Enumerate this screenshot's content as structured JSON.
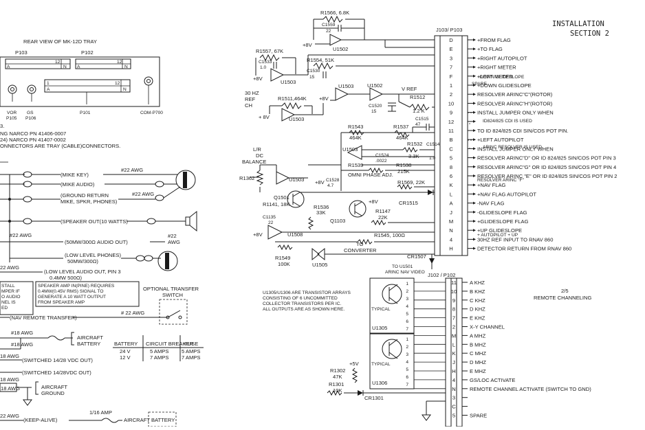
{
  "header": {
    "line1": "INSTALLATION",
    "line2": "SECTION 2"
  },
  "tray": {
    "title": "REAR VIEW OF MK-12D TRAY",
    "p103": "P103",
    "p102": "P102",
    "pin_a1": "A",
    "pin_12a": "12",
    "pin_n1": "N",
    "pin_a2": "A",
    "pin_12b": "12",
    "pin_n2": "N",
    "pin_1": "1",
    "pin_12c": "12",
    "pin_a3": "A",
    "pin_n3": "N",
    "vor": "VOR",
    "p105": "P105",
    "gs": "GS",
    "p106": "P106",
    "p101": "P101",
    "com": "COM-P700"
  },
  "notes_left": {
    "l1": "3.",
    "l2": "NG NARCO PN 41406-0007",
    "l3": "24) NARCO PN 41407-0002",
    "l4": "ONNECTORS ARE TRAY (CABLE)CONNECTORS."
  },
  "audio": {
    "mike_key": "(MIKE KEY)",
    "awg22": "#22 AWG",
    "mike_audio": "(MIKE AUDIO)",
    "ground_return_1": "(GROUND RETURN",
    "ground_return_2": "MIKE, SPKR, PHONES)",
    "speaker_out": "(SPEAKER OUT(10 WATTS)",
    "awg22_b": "#22 AWG",
    "audio_out": "(50MW/300Ω AUDIO OUT)",
    "awg22_v1": "#22",
    "awg22_v2": "AWG",
    "low_phones_1": "(LOW LEVEL PHONES)",
    "low_phones_2": "50MW/300Ω)",
    "awg22_c": "22 AWG",
    "low_audio_1": "(LOW LEVEL AUDIO OUT, PIN 3",
    "low_audio_2": "0.4MW 500Ω)",
    "stall_1": "STALL",
    "stall_2": "MPER IF",
    "stall_3": "O AUDIO",
    "stall_4": "NEL IS",
    "stall_5": "ED",
    "speaker_amp_1": "SPEAKER AMP IN(PINE) REQUIRES",
    "speaker_amp_2": "0.4MW(0.45V RMS) SIGNAL TO",
    "speaker_amp_3": "GENERATE A 10 WATT OUTPUT",
    "speaker_amp_4": "FROM SPEAKER AMP",
    "optional_1": "OPTIONAL TRANSFER",
    "optional_2": "SWITCH",
    "nav_transfer": "(NAV REMOTE TRANSFER)",
    "awg22_d": "# 22 AWG"
  },
  "power": {
    "awg18_a": "#18 AWG",
    "awg18_b": "#18 AWG",
    "aircraft_battery_1": "AIRCRAFT",
    "aircraft_battery_2": "BATTERY",
    "awg18_c": "18 AWG",
    "switched_a": "(SWITCHED 14/28 VDC OUT)",
    "switched_b": "(SWITCHED 14/28VDC OUT)",
    "awg18_d": "18 AWG",
    "awg18_e": "18 AWG",
    "aircraft_ground_1": "AIRCRAFT",
    "aircraft_ground_2": "GROUND",
    "awg22_keep": "22 AWG",
    "keep_alive": "(KEEP-ALIVE)",
    "amp_1_16": "1/16 AMP",
    "aircraft_battery_3": "AIRCRAFT BATTERY",
    "fuse_table": {
      "headers": [
        "BATTERY",
        "CIRCUIT BREAKER",
        "FUSE"
      ],
      "rows": [
        [
          "24 V",
          "5 AMPS",
          "5 AMPS"
        ],
        [
          "12 V",
          "7 AMPS",
          "7 AMPS"
        ]
      ]
    }
  },
  "circuit": {
    "r1566": "R1566, 6.8K",
    "c1559": "C1559",
    "c1559_v": "22",
    "u1502a": "U1502",
    "p8v_a": "+8V",
    "r1557": "R1557, 67K",
    "c1533": "C1533",
    "c1533_v": "1.0",
    "r1554": "R1554, 51K",
    "c1530": "C1530",
    "c1530_v": "15",
    "p8v_b": "+8V",
    "u1503a": "U1503",
    "u1503b": "U1503",
    "u1502b": "U1502",
    "vref": "V REF",
    "hz30_1": "30 HZ",
    "hz30_2": "REF",
    "hz30_3": "CH",
    "r1511": "R1511,464K",
    "p8v_c": "+8V",
    "c1520": "C1520",
    "c1520_v": "15",
    "r1512": "R1512",
    "r1512_v": "1.2 K",
    "p8v_d": "+ 8V",
    "u1503c": "U1503",
    "c1515": "C1515",
    "c1515_v": "47",
    "r1543": "R1543",
    "r1543_v": "464K",
    "r1537": "R1537",
    "r1537_v": "464K",
    "u1503d": "U1503",
    "c1524": "C1524",
    "c1524_v": ".0022",
    "r1532": "R1532",
    "r1532_v": "3.3K",
    "c1514": "C1514",
    "c1514_v": "1.0",
    "r1539": "R1539",
    "r1538": "R1538",
    "r1538_v": "215K",
    "omni_adj": "OMNI PHASE ADJ.",
    "lr_1": "L/R",
    "lr_2": "DC",
    "lr_3": "BALANCE",
    "r1362": "R1362",
    "u1503e": "U1503",
    "p8v_e": "+8V",
    "c1528": "C1528",
    "c1528_v": "4.7",
    "r1569": "R1569, 22K",
    "q1501": "Q1501",
    "r1141": "R1141, 18K",
    "r1536": "R1536",
    "r1536_v": "33K",
    "p8v_f": "+8V",
    "c1135": "C1135",
    "c1135_v": "22",
    "q1103": "Q1103",
    "r1147": "R1147",
    "r1147_v": "22K",
    "cr1515": "CR1515",
    "p8v_g": "+8V",
    "u1508": "U1508",
    "r1545": "R1545, 100Ω",
    "r1549": "R1549",
    "r1549_v": "100K",
    "u1505": "U1505",
    "to_conv_1": "TO",
    "to_conv_2": "CONVERTER",
    "cr1507": "CR1507",
    "to_u1501_1": "TO U1501",
    "to_u1501_2": "ARINC NAV VIDEO"
  },
  "j103": {
    "title": "J103/ P103",
    "pins": [
      {
        "pin": "D",
        "label": "+FROM FLAG"
      },
      {
        "pin": "E",
        "label": "+TO FLAG"
      },
      {
        "pin": "3",
        "label": "+RIGHT AUTOPILOT"
      },
      {
        "pin": "7",
        "label": "+RIGHT METER"
      },
      {
        "pin": "F",
        "label": "+LEFT METER"
      },
      {
        "pin": "1",
        "label": "+DOWN GLIDESLOPE"
      },
      {
        "pin": "2",
        "label": "RESOLVER ARINC\"C\"(ROTOR)"
      },
      {
        "pin": "10",
        "label": "RESOLVER ARINC\"H\"(ROTOR)"
      },
      {
        "pin": "9",
        "label": "INSTALL JUMPER ONLY WHEN"
      },
      {
        "pin": "12",
        "label": ""
      },
      {
        "pin": "11",
        "label": "TO ID 824/825 CDI SIN/COS POT PIN."
      },
      {
        "pin": "B",
        "label": "+LEFT AUTOPILOT"
      },
      {
        "pin": "C",
        "label": "INSTALL JUMPER ONLY WHEN"
      },
      {
        "pin": "5",
        "label": "RESOLVER ARINC\"D\" OR ID 824/825 SIN/COS POT PIN 3"
      },
      {
        "pin": "8",
        "label": "RESOLVER ARINC\"G\" OR ID 824/825 SIN/COS POT PIN 4"
      },
      {
        "pin": "6",
        "label": "RESOLVER ARINC \"E\" OR ID 824/825 SIN/COS POT PIN 2"
      },
      {
        "pin": "K",
        "label": "+NAV FLAG"
      },
      {
        "pin": "L",
        "label": "+NAV FLAG AUTOPILOT"
      },
      {
        "pin": "A",
        "label": "-NAV FLAG"
      },
      {
        "pin": "J",
        "label": "-GLIDESLOPE FLAG"
      },
      {
        "pin": "M",
        "label": "+GLIDESLOPE FLAG"
      },
      {
        "pin": "N",
        "label": "+UP GLIDESLOPE"
      },
      {
        "pin": "4",
        "label": "30HZ REF INPUT TO RNAV 860"
      },
      {
        "pin": "H",
        "label": "DETECTOR RETURN FROM RNAV 860"
      }
    ],
    "extra": {
      "spare": "SPARE",
      "down_gs": "+DOWN GLIDESLOPE",
      "jumper_9b": "ID824/825 CDI IS USED",
      "jumper_c2": "ARINC RESOLVER IS USED",
      "resolver_f": "RESOLVER ARINC \"F\"",
      "autopilot_up": "+ AUTOPILOT + UP"
    }
  },
  "j102": {
    "title": "J102 / P102",
    "remote_1": "2/5",
    "remote_2": "REMOTE CHANNELING",
    "pins": [
      {
        "pin": "11",
        "label": "A KHZ"
      },
      {
        "pin": "10",
        "label": "B KHZ"
      },
      {
        "pin": "9",
        "label": "C KHZ"
      },
      {
        "pin": "8",
        "label": "D KHZ"
      },
      {
        "pin": "7",
        "label": "E KHZ"
      },
      {
        "pin": "2",
        "label": "X-Y CHANNEL"
      },
      {
        "pin": "M",
        "label": "A MHZ"
      },
      {
        "pin": "L",
        "label": "B MHZ"
      },
      {
        "pin": "K",
        "label": "C MHZ"
      },
      {
        "pin": "J",
        "label": "D MHZ"
      },
      {
        "pin": "H",
        "label": "E MHZ"
      },
      {
        "pin": "4",
        "label": "GS/LOC ACTIVATE"
      },
      {
        "pin": "N",
        "label": "REMOTE CHANNEL ACTIVATE (SWITCH TO GND)"
      },
      {
        "pin": "3",
        "label": ""
      },
      {
        "pin": "C",
        "label": ""
      },
      {
        "pin": "5",
        "label": "SPARE"
      }
    ]
  },
  "arrays": {
    "note_1": "U1305/U1306 ARE TRANSISTOR ARRAYS",
    "note_2": "CONSISTING OF 6 UNCOMMITTED",
    "note_3": "COLLECTOR TRANSISTORS PER IC.",
    "note_4": "ALL OUTPUTS ARE AS SHOWN HERE.",
    "typical_a": "TYPICAL",
    "typical_b": "TYPICAL",
    "u1305": "U1305",
    "u1306": "U1306",
    "u1305_pins": [
      "1",
      "2",
      "3",
      "4",
      "5",
      "6",
      "7"
    ],
    "u1306_pins": [
      "1",
      "2",
      "3",
      "4",
      "5",
      "6",
      "7"
    ],
    "p5v": "+5V",
    "r1302": "R1302",
    "r1302_v": "47K",
    "r1301": "R1301",
    "r1301_v": "10K",
    "cr1301": "CR1301"
  }
}
